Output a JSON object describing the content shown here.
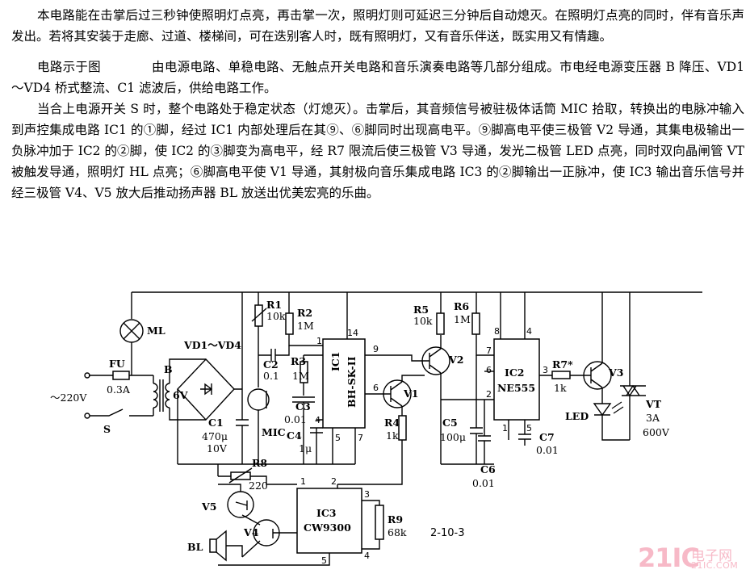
{
  "description": {
    "paragraphs": [
      "本电路能在击掌后过三秒钟使照明灯点亮，再击掌一次，照明灯则可延迟三分钟后自动熄灭。在照明灯点亮的同时，伴有音乐声发出。若将其安装于走廊、过道、楼梯间，可在迭别客人时，既有照明灯，又有音乐伴送，既实用又有情趣。",
      "电路示于图　　　　由电源电路、单稳电路、无触点开关电路和音乐演奏电路等几部分组成。市电经电源变压器 B 降压、VD1～VD4 桥式整流、C1 滤波后，供给电路工作。",
      "当合上电源开关 S 时，整个电路处于稳定状态（灯熄灭）。击掌后，其音频信号被驻极体话筒 MIC 拾取，转换出的电脉冲输入到声控集成电路 IC1 的①脚，经过 IC1 内部处理后在其⑨、⑥脚同时出现高电平。⑨脚高电平使三极管 V2 导通，其集电极输出一负脉冲加于 IC2 的②脚，使 IC2 的③脚变为高电平，经 R7 限流后使三极管 V3 导通，发光二极管 LED 点亮，同时双向晶闸管 VT 被触发导通，照明灯 HL 点亮；⑥脚高电平使 V1 导通，其射极向音乐集成电路 IC3 的②脚输出一正脉冲，使 IC3 输出音乐信号并经三极管 V4、V5 放大后推动扬声器 BL 放送出优美宏亮的乐曲。"
    ]
  },
  "schematic": {
    "labels": {
      "ml": "ML",
      "vd": "VD1～VD4",
      "fu": "FU",
      "fu_val": "0.3A",
      "mains": "～220V",
      "b": "B",
      "sixv": "6V",
      "s": "S",
      "c1": "C1",
      "c1_val1": "470μ",
      "c1_val2": "10V",
      "r1": "R1",
      "r1_val": "10k",
      "r2": "R2",
      "r2_val": "1M",
      "c2": "C2",
      "c2_val": "0.1",
      "r3": "R3",
      "r3_val": "1M",
      "c3": "C3",
      "c3_val": "0.01",
      "c4": "C4",
      "c4_val": "1μ",
      "mic": "MIC",
      "ic1_a": "IC1",
      "ic1_b": "BH-SK-II",
      "r5": "R5",
      "r5_val": "10k",
      "r6": "R6",
      "r6_val": "1M",
      "v2": "V2",
      "v1": "V1",
      "r4": "R4",
      "r4_val": "1k",
      "c5": "C5",
      "c5_val": "100μ",
      "c6": "C6",
      "c6_val": "0.01",
      "ic2_a": "IC2",
      "ic2_b": "NE555",
      "c7": "C7",
      "c7_val": "0.01",
      "r7": "R7*",
      "r7_val": "1k",
      "v3": "V3",
      "led": "LED",
      "vt": "VT",
      "vt_val1": "3A",
      "vt_val2": "600V",
      "r8": "R8",
      "r8_val": "220",
      "v5": "V5",
      "v4": "V4",
      "bl": "BL",
      "ic3_a": "IC3",
      "ic3_b": "CW9300",
      "r9": "R9",
      "r9_val": "68k"
    },
    "pins": {
      "ic1": [
        "1",
        "14",
        "9",
        "6",
        "4",
        "5",
        "7"
      ],
      "ic2": [
        "8",
        "4",
        "7",
        "6",
        "2",
        "3",
        "1",
        "5"
      ],
      "ic3": [
        "1",
        "2",
        "3",
        "4",
        "5"
      ]
    }
  },
  "figure_number": "2-10-3",
  "watermark": {
    "brand": "21IC",
    "cn": "电子网",
    "domain": "21IC.COM"
  }
}
